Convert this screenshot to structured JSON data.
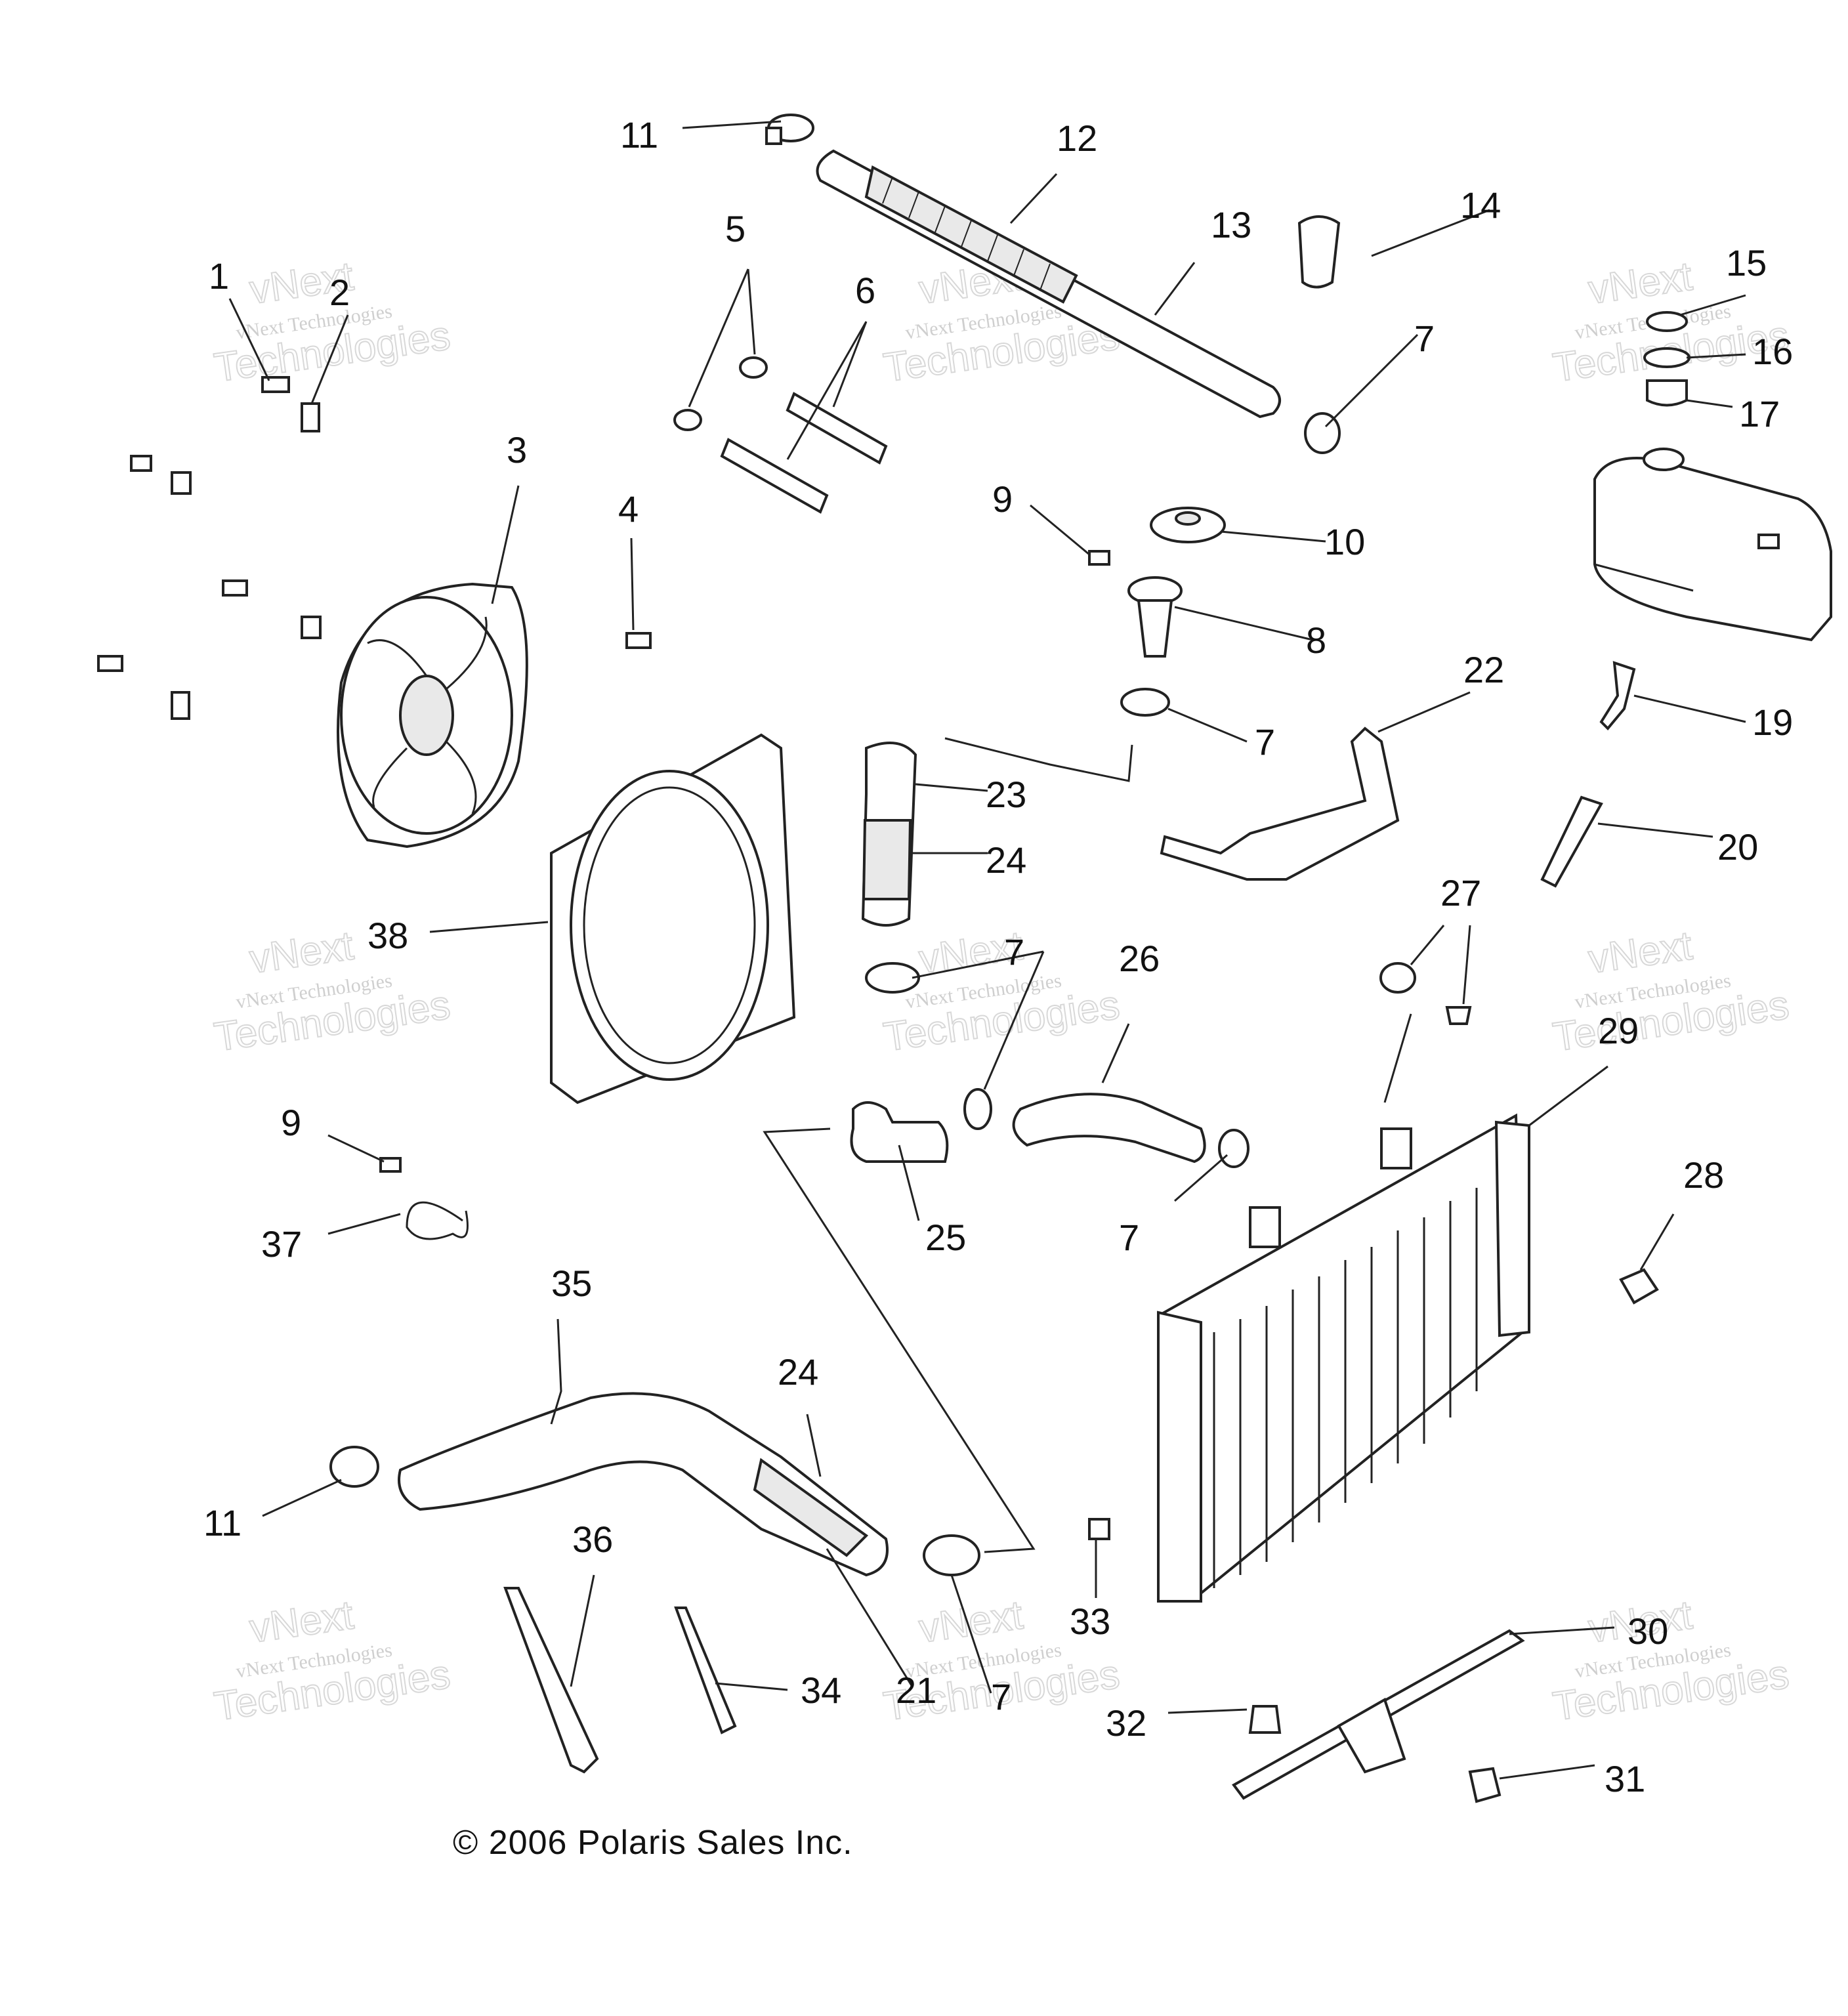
{
  "copyright": "© 2006 Polaris Sales Inc.",
  "watermark": {
    "line1": "vNext Technologies",
    "line2": "Technologies",
    "line3": "vNext"
  },
  "callouts": [
    {
      "id": "c11a",
      "label": "11"
    },
    {
      "id": "c12",
      "label": "12"
    },
    {
      "id": "c13",
      "label": "13"
    },
    {
      "id": "c14",
      "label": "14"
    },
    {
      "id": "c5",
      "label": "5"
    },
    {
      "id": "c6",
      "label": "6"
    },
    {
      "id": "c1",
      "label": "1"
    },
    {
      "id": "c2",
      "label": "2"
    },
    {
      "id": "c15",
      "label": "15"
    },
    {
      "id": "c16",
      "label": "16"
    },
    {
      "id": "c17",
      "label": "17"
    },
    {
      "id": "c7a",
      "label": "7"
    },
    {
      "id": "c3",
      "label": "3"
    },
    {
      "id": "c4",
      "label": "4"
    },
    {
      "id": "c9a",
      "label": "9"
    },
    {
      "id": "c10",
      "label": "10"
    },
    {
      "id": "c8",
      "label": "8"
    },
    {
      "id": "c22",
      "label": "22"
    },
    {
      "id": "c7b",
      "label": "7"
    },
    {
      "id": "c19",
      "label": "19"
    },
    {
      "id": "c23",
      "label": "23"
    },
    {
      "id": "c24a",
      "label": "24"
    },
    {
      "id": "c20",
      "label": "20"
    },
    {
      "id": "c27",
      "label": "27"
    },
    {
      "id": "c38",
      "label": "38"
    },
    {
      "id": "c7c",
      "label": "7"
    },
    {
      "id": "c26",
      "label": "26"
    },
    {
      "id": "c29",
      "label": "29"
    },
    {
      "id": "c9b",
      "label": "9"
    },
    {
      "id": "c25",
      "label": "25"
    },
    {
      "id": "c7d",
      "label": "7"
    },
    {
      "id": "c28",
      "label": "28"
    },
    {
      "id": "c37",
      "label": "37"
    },
    {
      "id": "c35",
      "label": "35"
    },
    {
      "id": "c24b",
      "label": "24"
    },
    {
      "id": "c11b",
      "label": "11"
    },
    {
      "id": "c36",
      "label": "36"
    },
    {
      "id": "c33",
      "label": "33"
    },
    {
      "id": "c30",
      "label": "30"
    },
    {
      "id": "c34",
      "label": "34"
    },
    {
      "id": "c21",
      "label": "21"
    },
    {
      "id": "c7e",
      "label": "7"
    },
    {
      "id": "c32",
      "label": "32"
    },
    {
      "id": "c31",
      "label": "31"
    }
  ]
}
